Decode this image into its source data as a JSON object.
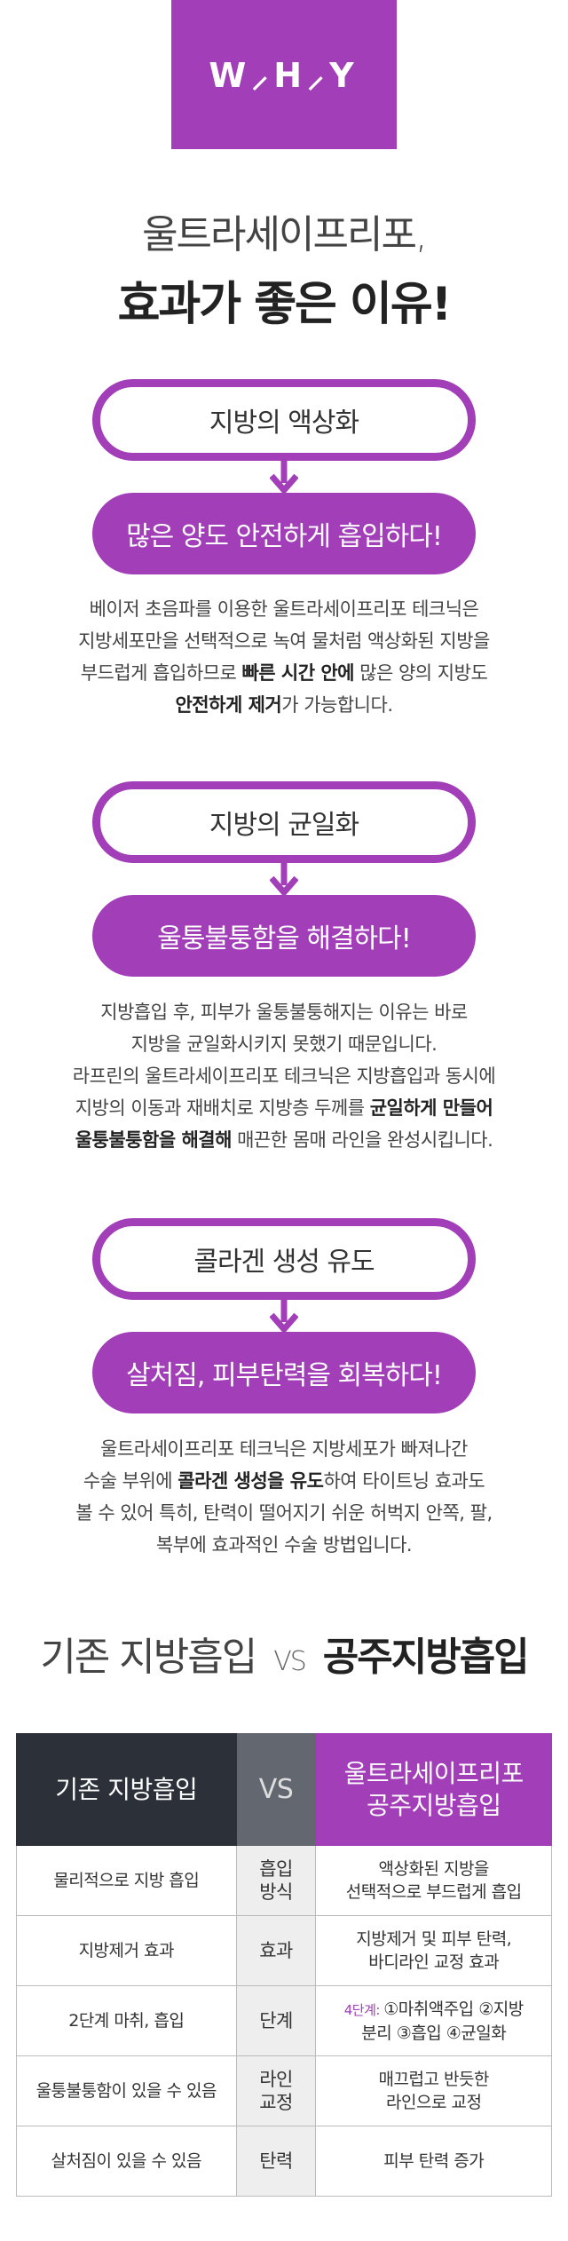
{
  "badge": {
    "text": "W⸝H⸝Y"
  },
  "headline": {
    "line1": "울트라세이프리포,",
    "line2": "효과가 좋은 이유!"
  },
  "sections": [
    {
      "outline": "지방의 액상화",
      "filled": "많은 양도 안전하게 흡입하다!",
      "desc": [
        [
          "베이저 초음파를 이용한 울트라세이프리포 테크닉은"
        ],
        [
          "지방세포만을 선택적으로 녹여 물처럼 액상화된 지방을"
        ],
        [
          "부드럽게 흡입하므로 ",
          {
            "b": "빠른 시간 안에"
          },
          " 많은 양의 지방도"
        ],
        [
          {
            "b": "안전하게 제거"
          },
          "가 가능합니다."
        ]
      ]
    },
    {
      "outline": "지방의 균일화",
      "filled": "울퉁불퉁함을 해결하다!",
      "desc": [
        [
          "지방흡입 후, 피부가 울퉁불퉁해지는 이유는 바로"
        ],
        [
          "지방을 균일화시키지 못했기 때문입니다."
        ],
        [
          "라프린의 울트라세이프리포 테크닉은 지방흡입과 동시에"
        ],
        [
          "지방의 이동과 재배치로 지방층 두께를 ",
          {
            "b": "균일하게 만들어"
          }
        ],
        [
          {
            "b": "울퉁불퉁함을 해결해"
          },
          " 매끈한 몸매 라인을 완성시킵니다."
        ]
      ]
    },
    {
      "outline": "콜라겐 생성 유도",
      "filled": "살처짐, 피부탄력을 회복하다!",
      "desc": [
        [
          "울트라세이프리포 테크닉은 지방세포가 빠져나간"
        ],
        [
          "수술 부위에 ",
          {
            "b": "콜라겐 생성을 유도"
          },
          "하여 타이트닝 효과도"
        ],
        [
          "볼 수 있어 특히, 탄력이 떨어지기 쉬운 허벅지 안쪽, 팔,"
        ],
        [
          "복부에 효과적인 수술 방법입니다."
        ]
      ]
    }
  ],
  "compare": {
    "title_left": "기존 지방흡입",
    "title_vs": "VS",
    "title_right": "공주지방흡입",
    "header": {
      "left": "기존 지방흡입",
      "mid": "VS",
      "right_1": "울트라세이프리포",
      "right_2": "공주지방흡입"
    },
    "rows": [
      {
        "left": "물리적으로 지방 흡입",
        "mid": [
          "흡입",
          "방식"
        ],
        "right": [
          "액상화된 지방을",
          "선택적으로 부드럽게 흡입"
        ]
      },
      {
        "left": "지방제거 효과",
        "mid": [
          "효과"
        ],
        "right": [
          "지방제거 및 피부 탄력,",
          "바디라인 교정 효과"
        ]
      },
      {
        "left": "2단계 마취, 흡입",
        "mid": [
          "단계"
        ],
        "right_prefix": "4단계:",
        "right": [
          "①마취액주입 ②지방",
          "분리 ③흡입 ④균일화"
        ]
      },
      {
        "left": "울퉁불퉁함이 있을 수 있음",
        "mid": [
          "라인",
          "교정"
        ],
        "right": [
          "매끄럽고 반듯한",
          "라인으로 교정"
        ]
      },
      {
        "left": "살처짐이 있을 수 있음",
        "mid": [
          "탄력"
        ],
        "right": [
          "피부 탄력 증가"
        ]
      }
    ]
  },
  "colors": {
    "accent": "#a23eb8",
    "dark": "#2c3038",
    "mid": "#626770"
  }
}
